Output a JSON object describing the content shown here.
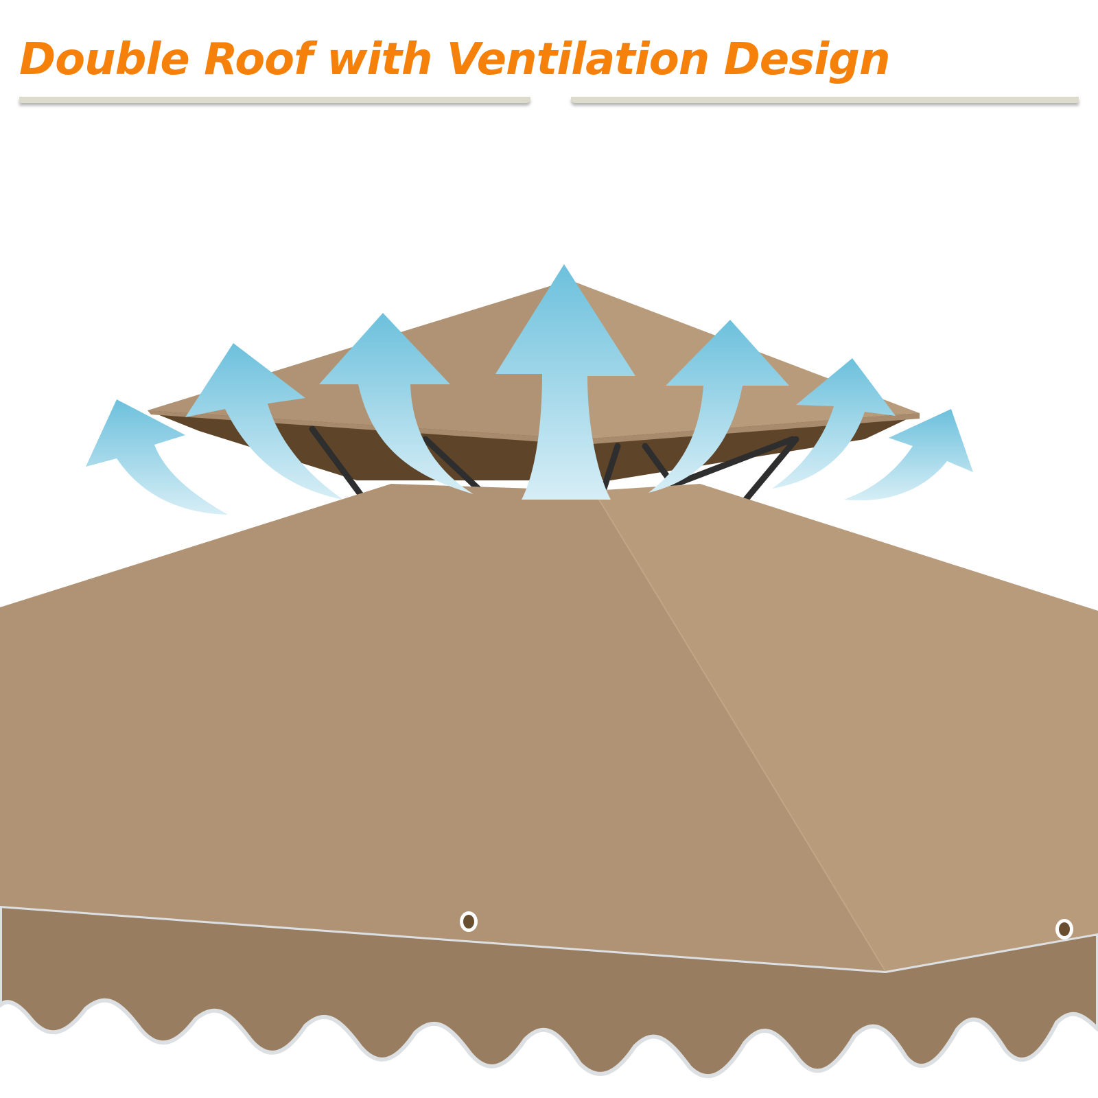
{
  "headline": {
    "text": "Double Roof with Ventilation Design",
    "color": "#f5800a"
  },
  "illustration": {
    "subject": "gazebo-canopy-double-roof",
    "arrow_count": 7,
    "grommet_count": 2,
    "colors": {
      "canopy_light": "#b59a79",
      "canopy_left_face": "#b09375",
      "canopy_right_face": "#b89b7b",
      "top_roof_underside": "#5e4429",
      "frame_poles": "#2e2e2e",
      "valance": "#987d60",
      "valance_shadow": "#dde0e3",
      "arrow_top": "#6cc0dc",
      "arrow_bottom": "#d6eef6",
      "divider": "#dddbcb"
    }
  }
}
